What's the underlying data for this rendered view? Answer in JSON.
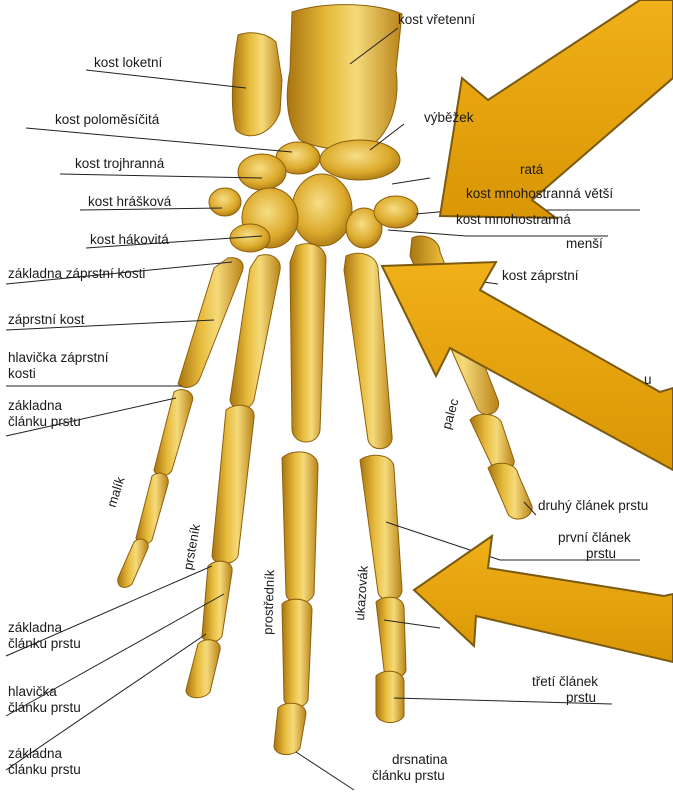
{
  "labels": {
    "kost_loketni": "kost loketní",
    "kost_vretenni": "kost vřetenní",
    "kost_polomesicita": "kost poloměsíčitá",
    "vybezek": "výběžek",
    "kost_trojhranna": "kost trojhranná",
    "kost_hraskova": "kost hrášková",
    "kost_cut": "ratá",
    "kost_mnohohranna_vetsi": "kost mnohostranná větší",
    "kost_mnohohranna_mensi_1": "kost mnohostranná",
    "kost_mnohohranna_mensi_2": "menší",
    "kost_hakovita": "kost hákovitá",
    "zakladna_zaprstni_kosti": "základna záprstní kosti",
    "kost_zaprstni": "kost záprstní",
    "zaprstni_kost": "záprstní kost",
    "hlavicka_zaprstni_1": "hlavička záprstní",
    "hlavicka_zaprstni_2": "kosti",
    "zakladna_clanku_a1": "základna",
    "zakladna_clanku_a2": "článku prstu",
    "druhy_clanek": "druhý článek prstu",
    "prvni_clanek_1": "první článek",
    "prvni_clanek_2": "prstu",
    "zakladna_clanku_b1": "základna",
    "zakladna_clanku_b2": "článku prstu",
    "hlavicka_clanku_1": "hlavička",
    "hlavicka_clanku_2": "článku prstu",
    "treti_clanek_1": "třetí článek",
    "treti_clanek_2": "prstu",
    "zakladna_clanku_c1": "základna",
    "zakladna_clanku_c2": "článku prstu",
    "drsnatina_1": "drsnatina",
    "drsnatina_2": "článku prstu",
    "cut_right": "u"
  },
  "fingers": {
    "malik": "malík",
    "prstenik": "prsteník",
    "prostrednik": "prostředník",
    "ukazovak": "ukazovák",
    "palec": "palec"
  },
  "colors": {
    "bone_light": "#f2d36b",
    "bone_mid": "#d9a520",
    "bone_dark": "#a9740f",
    "arrow_fill": "#e6a40a",
    "arrow_stroke": "#7a5a10",
    "leader_line": "#222222"
  }
}
